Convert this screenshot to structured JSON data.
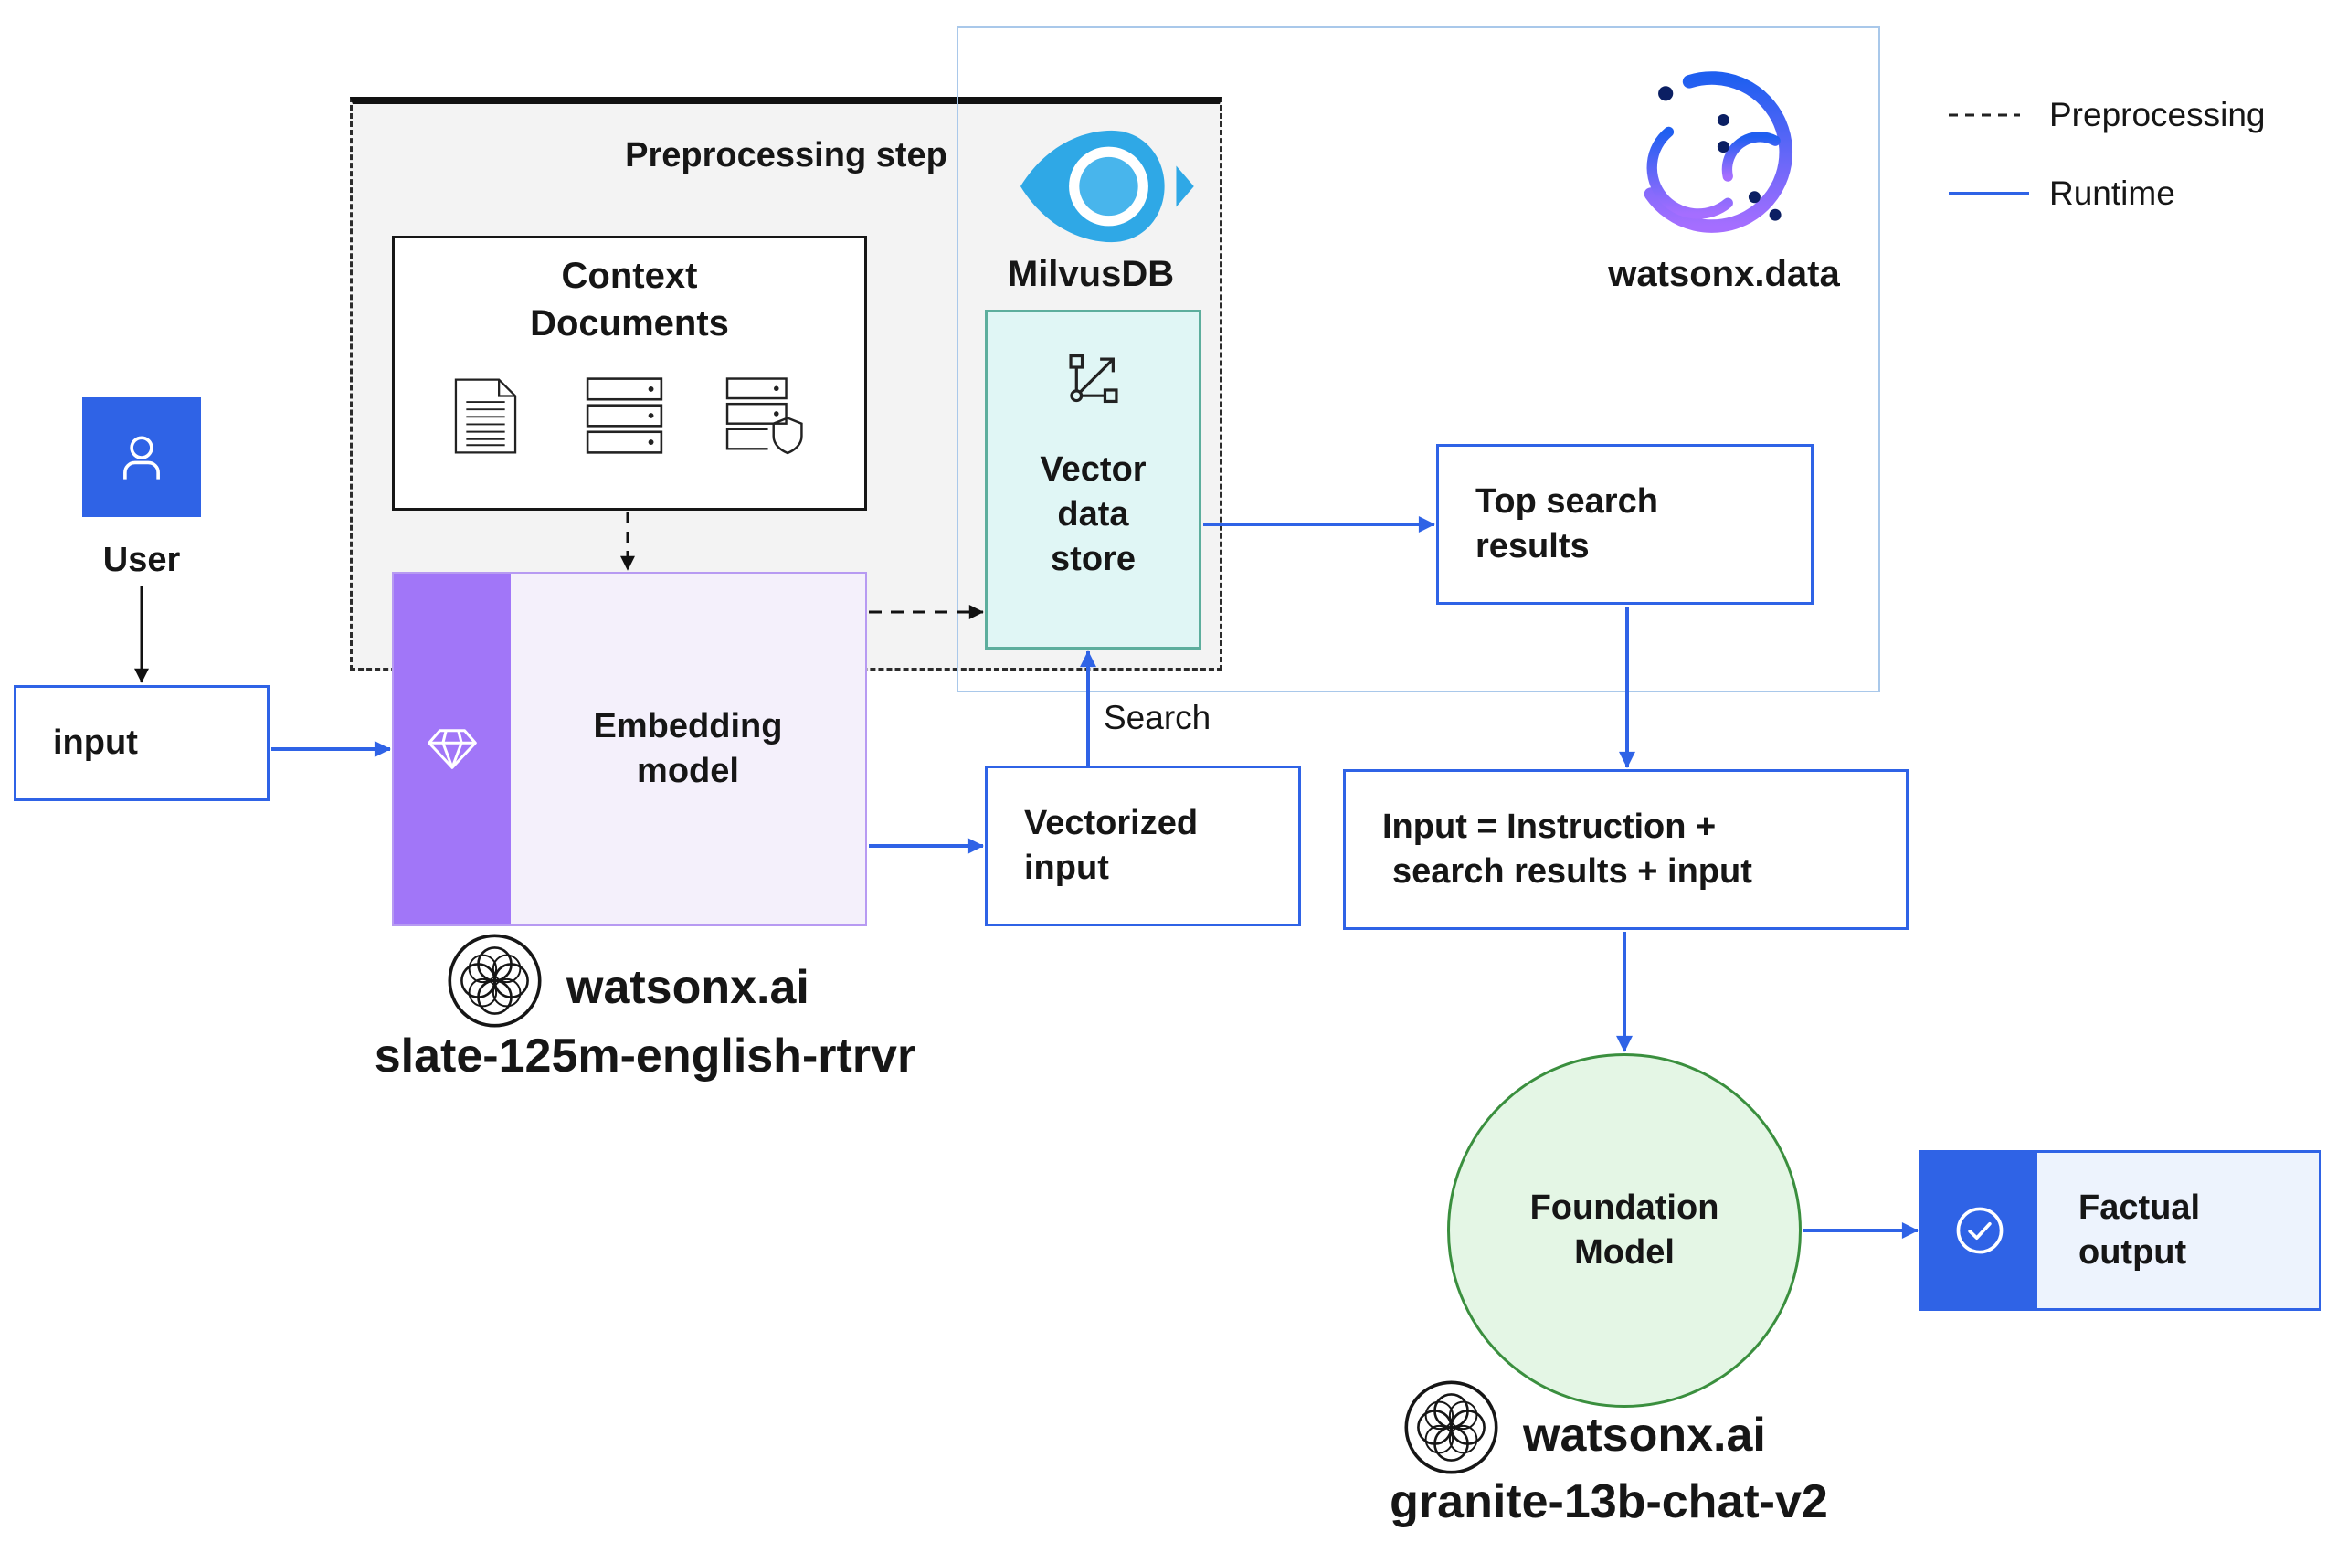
{
  "diagram": {
    "legend": {
      "preprocessing_label": "Preprocessing",
      "runtime_label": "Runtime"
    },
    "preprocessing_step": {
      "title": "Preprocessing step"
    },
    "context_documents": {
      "lines": [
        "Context",
        "Documents"
      ],
      "icons": [
        "document-icon",
        "server-stack-icon",
        "secure-server-icon"
      ]
    },
    "milvus": {
      "label": "MilvusDB",
      "icon": "milvus-eye-logo"
    },
    "watsonx_data": {
      "label": "watsonx.data",
      "icon": "watsonx-data-logo"
    },
    "vector_store": {
      "lines": [
        "Vector",
        "data",
        "store"
      ],
      "icon": "vector-graph-icon"
    },
    "top_search": {
      "lines": [
        "Top search",
        "results"
      ]
    },
    "user": {
      "label": "User",
      "icon": "user-icon"
    },
    "input": {
      "label": "input"
    },
    "embedding_model": {
      "lines": [
        "Embedding",
        "model"
      ],
      "icon": "diamond-icon",
      "brand": "watsonx.ai",
      "brand_icon": "watsonx-ai-logo",
      "model_name": "slate-125m-english-rtrvr"
    },
    "vectorized_input": {
      "lines": [
        "Vectorized",
        "input"
      ]
    },
    "search_edge_label": "Search",
    "prompt": {
      "lines": [
        "Input = Instruction +",
        "search results + input"
      ]
    },
    "foundation_model": {
      "lines": [
        "Foundation",
        "Model"
      ],
      "brand": "watsonx.ai",
      "brand_icon": "watsonx-ai-logo",
      "model_name": "granite-13b-chat-v2"
    },
    "factual_output": {
      "lines": [
        "Factual",
        "output"
      ],
      "icon": "check-circle-icon"
    }
  },
  "colors": {
    "runtime_blue": "#2f63e6",
    "preprocessing_fill": "#f3f3f3",
    "watsonx_data_border": "#a9c8ea",
    "embedding_purple": "#a176f8",
    "embedding_fill": "#f4f0fb",
    "vector_store_fill": "#e0f6f5",
    "foundation_fill": "#e4f6e5",
    "foundation_border": "#3a8f3e",
    "factual_fill": "#edf3fd"
  }
}
